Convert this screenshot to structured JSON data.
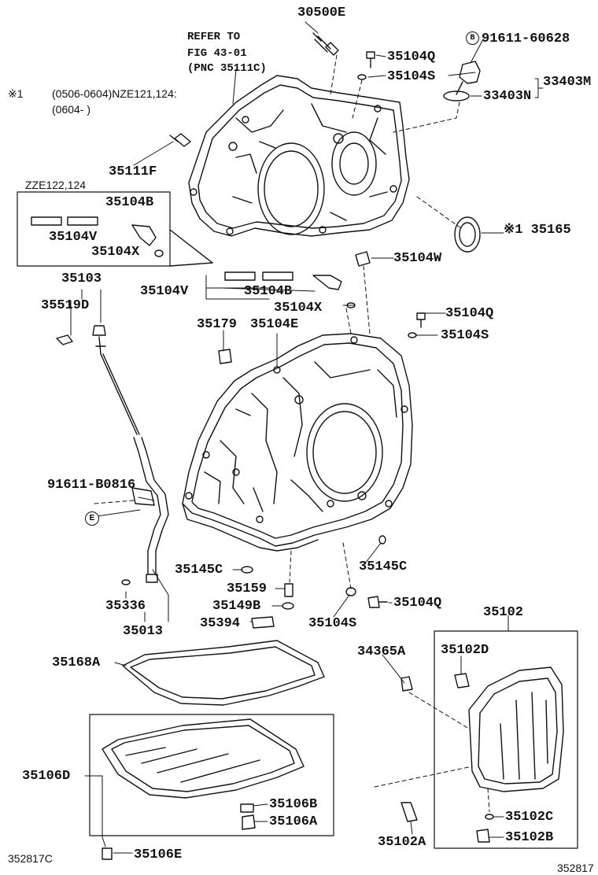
{
  "refer": {
    "line1": "REFER TO",
    "line2": "FIG 43-01",
    "line3": "(PNC 35111C)"
  },
  "note": {
    "mark": "※1",
    "line1": "(0506-0604)NZE121,124:",
    "line2": "(0604-      )"
  },
  "inset_title": "ZZE122,124",
  "marks": {
    "b": "B",
    "e": "E"
  },
  "labels": {
    "p30500E": "30500E",
    "p91611_60628": "91611-60628",
    "p35104Q_a": "35104Q",
    "p35104S_a": "35104S",
    "p33403M": "33403M",
    "p33403N": "33403N",
    "p35111F": "35111F",
    "p35104B_a": "35104B",
    "p35104V_a": "35104V",
    "p35104X_a": "35104X",
    "p35165": "※1 35165",
    "p35104W": "35104W",
    "p35103": "35103",
    "p35519D": "35519D",
    "p35104V_b": "35104V",
    "p35104B_b": "35104B",
    "p35104X_b": "35104X",
    "p35104Q_b": "35104Q",
    "p35104S_b": "35104S",
    "p35179": "35179",
    "p35104E": "35104E",
    "p91611_B0816": "91611-B0816",
    "p35145C_a": "35145C",
    "p35145C_b": "35145C",
    "p35159": "35159",
    "p35149B": "35149B",
    "p35394": "35394",
    "p35104Q_c": "35104Q",
    "p35104S_c": "35104S",
    "p35336": "35336",
    "p35013": "35013",
    "p35102": "35102",
    "p34365A": "34365A",
    "p35102D": "35102D",
    "p35168A": "35168A",
    "p35106D": "35106D",
    "p35106B": "35106B",
    "p35106A": "35106A",
    "p35106E": "35106E",
    "p35102A": "35102A",
    "p35102C": "35102C",
    "p35102B": "35102B",
    "code_left": "352817C",
    "code_right": "352817"
  }
}
